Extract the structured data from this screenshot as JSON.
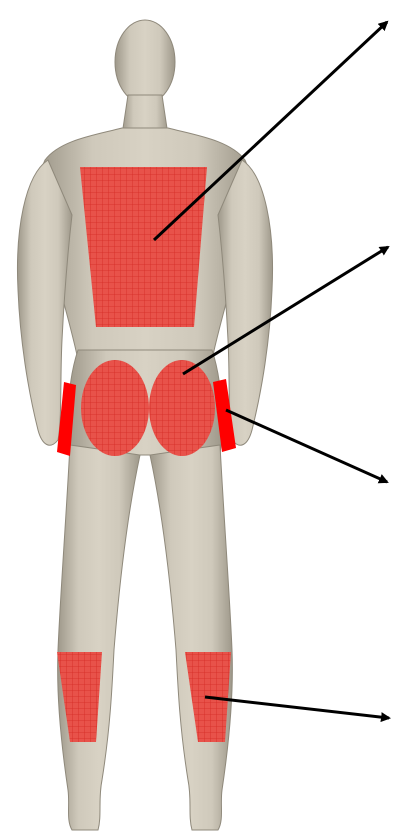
{
  "figure": {
    "view": "posterior",
    "subject": "standing-human-figure",
    "colors": {
      "background": "#ffffff",
      "skin_light": "#d6d0c2",
      "skin_mid": "#bdb6a6",
      "skin_dark": "#8f897b",
      "highlight_fill": "#e8524a",
      "highlight_grid": "#d42a24",
      "solid_red": "#ff0000",
      "arrow": "#000000"
    }
  },
  "regions": [
    {
      "id": "upper-back",
      "shape": "trapezoid",
      "pattern": "grid"
    },
    {
      "id": "left-buttock",
      "shape": "ellipse",
      "pattern": "grid"
    },
    {
      "id": "right-buttock",
      "shape": "ellipse",
      "pattern": "grid"
    },
    {
      "id": "left-hip-side",
      "shape": "strip",
      "pattern": "solid"
    },
    {
      "id": "right-hip-side",
      "shape": "strip",
      "pattern": "solid"
    },
    {
      "id": "left-calf",
      "shape": "trapezoid",
      "pattern": "grid"
    },
    {
      "id": "right-calf",
      "shape": "trapezoid",
      "pattern": "grid"
    }
  ],
  "arrows": [
    {
      "id": "arrow-upper-back",
      "target": "upper-back"
    },
    {
      "id": "arrow-buttocks",
      "target": "right-buttock"
    },
    {
      "id": "arrow-hip-side",
      "target": "right-hip-side"
    },
    {
      "id": "arrow-calf",
      "target": "right-calf"
    }
  ]
}
